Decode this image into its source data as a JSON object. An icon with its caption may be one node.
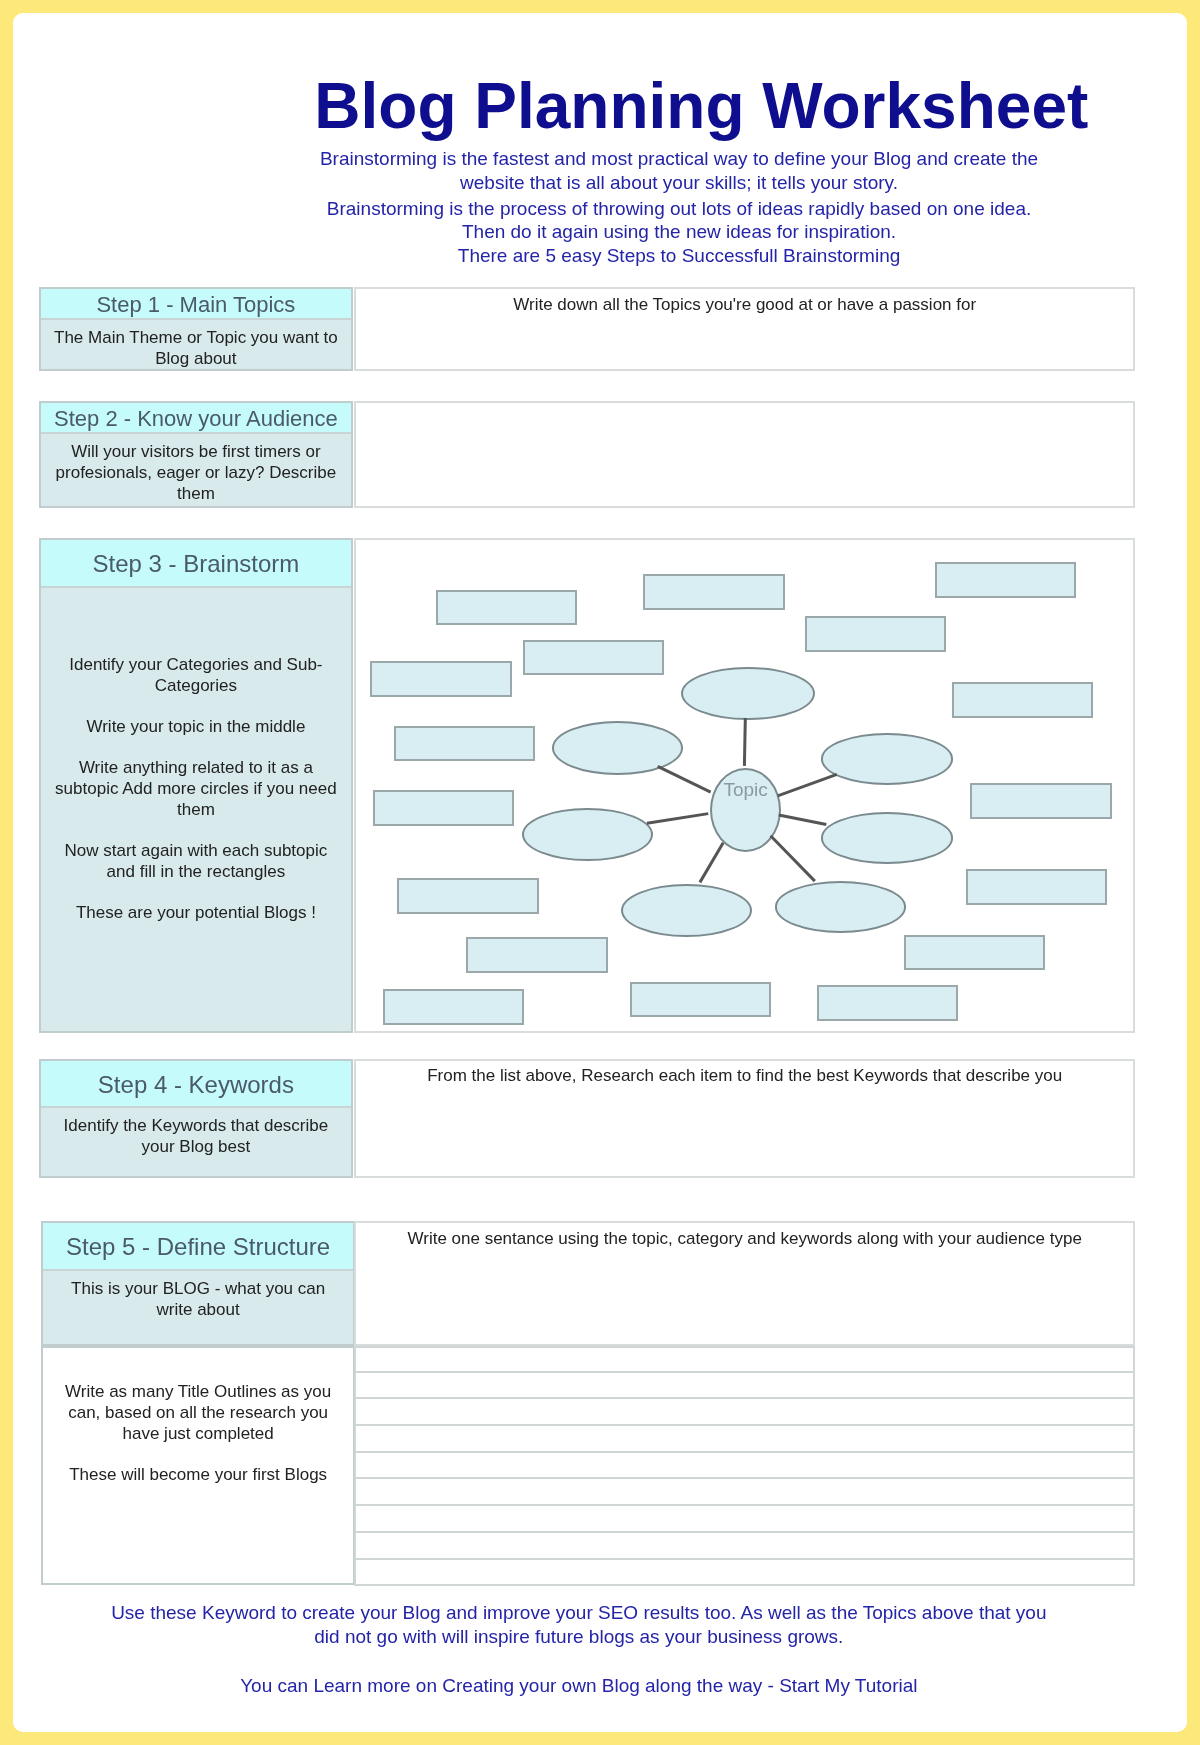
{
  "diagram": {
    "title": "Blog Planning Worksheet",
    "nodes": [
      {
        "text": [
          "Step 1 - Main Topics",
          "The Main Theme or Topic you want to Blog about"
        ]
      },
      {
        "text": [
          "Write down all the Topics you're good at or have a passion for"
        ]
      },
      {
        "text": [
          "Step 2 - Know your Audience",
          "Will your visitors be first timers or profesionals, eager or lazy? Describe them"
        ]
      },
      {
        "text": [],
        "shape": "box"
      },
      {
        "text": [
          "Step 3 - Brainstorm",
          "Identify your Categories and Sub-Categories",
          "Write your topic in the middle",
          "Write anything related to it as a subtopic Add more circles if you need them",
          "Now start again with each subtopic and fill in the rectangles",
          "These are your potential Blogs !"
        ]
      },
      {
        "text": [],
        "shape": "box"
      },
      {
        "text": [],
        "shape": "box",
        "in": 5
      },
      {
        "text": [],
        "shape": "box",
        "in": 5
      },
      {
        "text": [],
        "shape": "box",
        "in": 5
      },
      {
        "text": [],
        "shape": "box",
        "in": 5
      },
      {
        "text": [],
        "shape": "box",
        "in": 5
      },
      {
        "text": [],
        "shape": "box",
        "in": 5
      },
      {
        "text": [],
        "shape": "ellipse",
        "in": 5
      },
      {
        "text": [],
        "shape": "box",
        "in": 5
      },
      {
        "text": [],
        "shape": "ellipse",
        "in": 5
      },
      {
        "text": [],
        "shape": "box",
        "in": 5
      },
      {
        "text": [],
        "shape": "ellipse",
        "in": 5
      },
      {
        "text": [
          "Topic"
        ],
        "in": 5
      },
      {
        "text": [],
        "shape": "box",
        "in": 5
      },
      {
        "text": [],
        "shape": "box",
        "in": 5
      },
      {
        "text": [],
        "shape": "ellipse",
        "in": 5
      },
      {
        "text": [],
        "shape": "ellipse",
        "in": 5
      },
      {
        "text": [],
        "shape": "box",
        "in": 5
      },
      {
        "text": [],
        "shape": "box",
        "in": 5
      },
      {
        "text": [],
        "shape": "ellipse",
        "in": 5
      },
      {
        "text": [],
        "shape": "ellipse",
        "in": 5
      },
      {
        "text": [],
        "shape": "box",
        "in": 5
      },
      {
        "text": [],
        "shape": "box",
        "in": 5
      },
      {
        "text": [],
        "shape": "box",
        "in": 5
      },
      {
        "text": [],
        "shape": "box",
        "in": 5
      },
      {
        "text": [],
        "shape": "box",
        "in": 5
      },
      {
        "text": [
          "Step 4 - Keywords",
          "Identify the Keywords that describe your Blog best"
        ]
      },
      {
        "text": [
          "From the list above, Research each item to find the best Keywords that describe you"
        ]
      },
      {
        "text": [
          "Step 5 - Define Structure",
          "This is your BLOG - what you can write about"
        ]
      },
      {
        "text": [
          "Write as many Title Outlines as you can, based on all the research you have just completed",
          "These will become your first Blogs"
        ]
      },
      {
        "text": [
          "Write one sentance using the topic, category and keywords along with your audience type"
        ]
      }
    ],
    "edges": [
      {
        "from": 17,
        "to": 12,
        "arrow": "none"
      },
      {
        "from": 17,
        "to": 14,
        "arrow": "none"
      },
      {
        "from": 17,
        "to": 16,
        "arrow": "none"
      },
      {
        "from": 17,
        "to": 20,
        "arrow": "none"
      },
      {
        "from": 17,
        "to": 21,
        "arrow": "none"
      },
      {
        "from": 17,
        "to": 24,
        "arrow": "none"
      },
      {
        "from": 17,
        "to": 25,
        "arrow": "none"
      }
    ],
    "labels": [
      "Brainstorming is the fastest and most practical way to define your Blog and create the website that is all about your skills; it tells your story.",
      "Brainstorming is the process of throwing out lots of ideas rapidly based on one idea.",
      "Then do it again using the new ideas for inspiration.",
      "There are 5 easy Steps to Successfull Brainstorming",
      "Use these Keyword to create your Blog and improve your SEO results too. As well as the Topics above that you did not go with will inspire future blogs as your business grows.",
      "You can Learn more on Creating your own Blog along the way - Start My Tutorial"
    ]
  }
}
